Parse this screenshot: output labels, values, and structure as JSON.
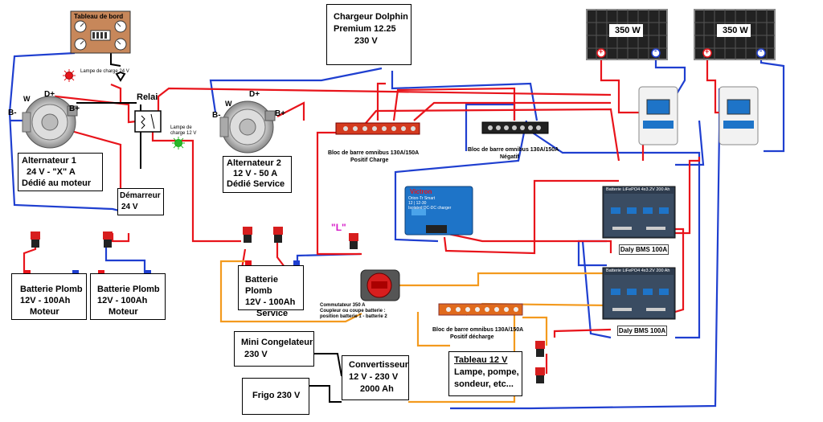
{
  "dashboard": {
    "title": "Tableau de bord",
    "lamp24": "Lampe de charge 24 V",
    "lamp12_line1": "Lampe de",
    "lamp12_line2": "charge 12 V"
  },
  "alternator1": {
    "w": "W",
    "dplus": "D+",
    "bplus": "B+",
    "bminus": "B-",
    "line1": "Alternateur 1",
    "line2": "24 V - \"X\" A",
    "line3": "Dédié au moteur"
  },
  "alternator2": {
    "w": "W",
    "dplus": "D+",
    "bplus": "B+",
    "bminus": "B-",
    "line1": "Alternateur 2",
    "line2": "12 V - 50 A",
    "line3": "Dédié  Service"
  },
  "relay": {
    "label": "Relai"
  },
  "starter": {
    "line1": "Démarreur",
    "line2": "24 V"
  },
  "battery_engine_1": {
    "line1": "Batterie Plomb",
    "line2": "12V - 100Ah",
    "line3": "Moteur"
  },
  "battery_engine_2": {
    "line1": "Batterie Plomb",
    "line2": "12V - 100Ah",
    "line3": "Moteur"
  },
  "battery_service": {
    "line1": "Batterie Plomb",
    "line2": "12V - 100Ah",
    "line3": "Service"
  },
  "charger": {
    "line1": "Chargeur Dolphin",
    "line2": "Premium 12.25",
    "line3": "230 V"
  },
  "panel1": {
    "label": "350 W",
    "plus": "+",
    "minus": "-"
  },
  "panel2": {
    "label": "350 W",
    "plus": "+",
    "minus": "-"
  },
  "busbar_charge": {
    "line1": "Bloc de barre omnibus 130A/150A",
    "line2": "Positif Charge"
  },
  "busbar_negative": {
    "line1": "Bloc de barre omnibus 130A/150A",
    "line2": "Négatif"
  },
  "busbar_discharge": {
    "line1": "Bloc de barre omnibus 130A/150A",
    "line2": "Positif  décharge"
  },
  "l_label": "\"L\"",
  "orion": {
    "brand": "Victron",
    "line1": "Orion-Tr Smart",
    "line2": "12 | 12-30",
    "line3": "Isolated DC-DC charger"
  },
  "lifepo1": {
    "title": "Batterie LiFePO4 4x3.2V 200 Ah",
    "bms": "Daly BMS 100A"
  },
  "lifepo2": {
    "title": "Batterie LiFePO4 4x3.2V 200 Ah",
    "bms": "Daly BMS 100A"
  },
  "switch": {
    "line1": "Commutateur 350 A",
    "line2": "Coupleur ou coupe batterie :",
    "line3": "position batterie 1 - batterie 2"
  },
  "freezer": {
    "line1": "Mini Congelateur",
    "line2": "230 V"
  },
  "fridge": {
    "line1": "Frigo 230 V"
  },
  "inverter": {
    "line1": "Convertisseur",
    "line2": "12 V - 230 V",
    "line3": "2000 Ah"
  },
  "panel12": {
    "line1": "Tableau 12 V",
    "line2": "Lampe, pompe,",
    "line3": "sondeur,  etc..."
  },
  "colors": {
    "positive": "#e8141b",
    "negative": "#1f3fd0",
    "ac": "#000000",
    "orange": "#f39a1e",
    "victron": "#1e74c8"
  }
}
